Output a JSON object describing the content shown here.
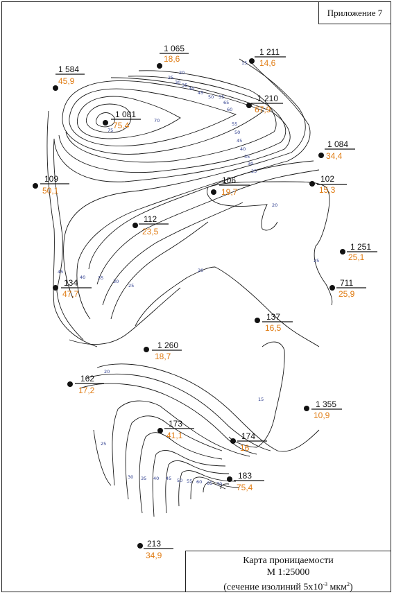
{
  "appendix_label": "Приложение 7",
  "title": {
    "line1": "Карта проницаемости",
    "line2": "М 1:25000",
    "line3_prefix": "(сечение изолиний 5х10",
    "line3_exp": "-3",
    "line3_unit": " мкм",
    "line3_exp2": "2",
    "line3_suffix": ")"
  },
  "colors": {
    "well_value": "#e07b12",
    "isoline_label": "#2a3a8c",
    "isoline": "#1a1a1a"
  },
  "wells": [
    {
      "id": "1 065",
      "value": "18,6"
    },
    {
      "id": "1 211",
      "value": "14,6"
    },
    {
      "id": "1 584",
      "value": "45,9"
    },
    {
      "id": "1 210",
      "value": "67,9"
    },
    {
      "id": "1 081",
      "value": "75,4"
    },
    {
      "id": "1 084",
      "value": "34,4"
    },
    {
      "id": "109",
      "value": "50,1"
    },
    {
      "id": "106",
      "value": "19,7"
    },
    {
      "id": "102",
      "value": "15,3"
    },
    {
      "id": "112",
      "value": "23,5"
    },
    {
      "id": "1 251",
      "value": "25,1"
    },
    {
      "id": "134",
      "value": "47,7"
    },
    {
      "id": "711",
      "value": "25,9"
    },
    {
      "id": "137",
      "value": "16,5"
    },
    {
      "id": "1 260",
      "value": "18,7"
    },
    {
      "id": "162",
      "value": "17,2"
    },
    {
      "id": "1 355",
      "value": "10,9"
    },
    {
      "id": "173",
      "value": "41,1"
    },
    {
      "id": "174",
      "value": "16"
    },
    {
      "id": "183",
      "value": "75,4"
    },
    {
      "id": "213",
      "value": "34,9"
    }
  ],
  "isoline_labels": [
    "15",
    "20",
    "25",
    "30",
    "35",
    "40",
    "45",
    "50",
    "55",
    "60",
    "65",
    "70",
    "75",
    "20",
    "25",
    "30",
    "35",
    "40",
    "45",
    "50",
    "55",
    "20",
    "25",
    "40",
    "35",
    "30",
    "25",
    "45",
    "20",
    "15",
    "25",
    "30",
    "35",
    "40",
    "45",
    "50",
    "55",
    "60",
    "65",
    "70"
  ]
}
